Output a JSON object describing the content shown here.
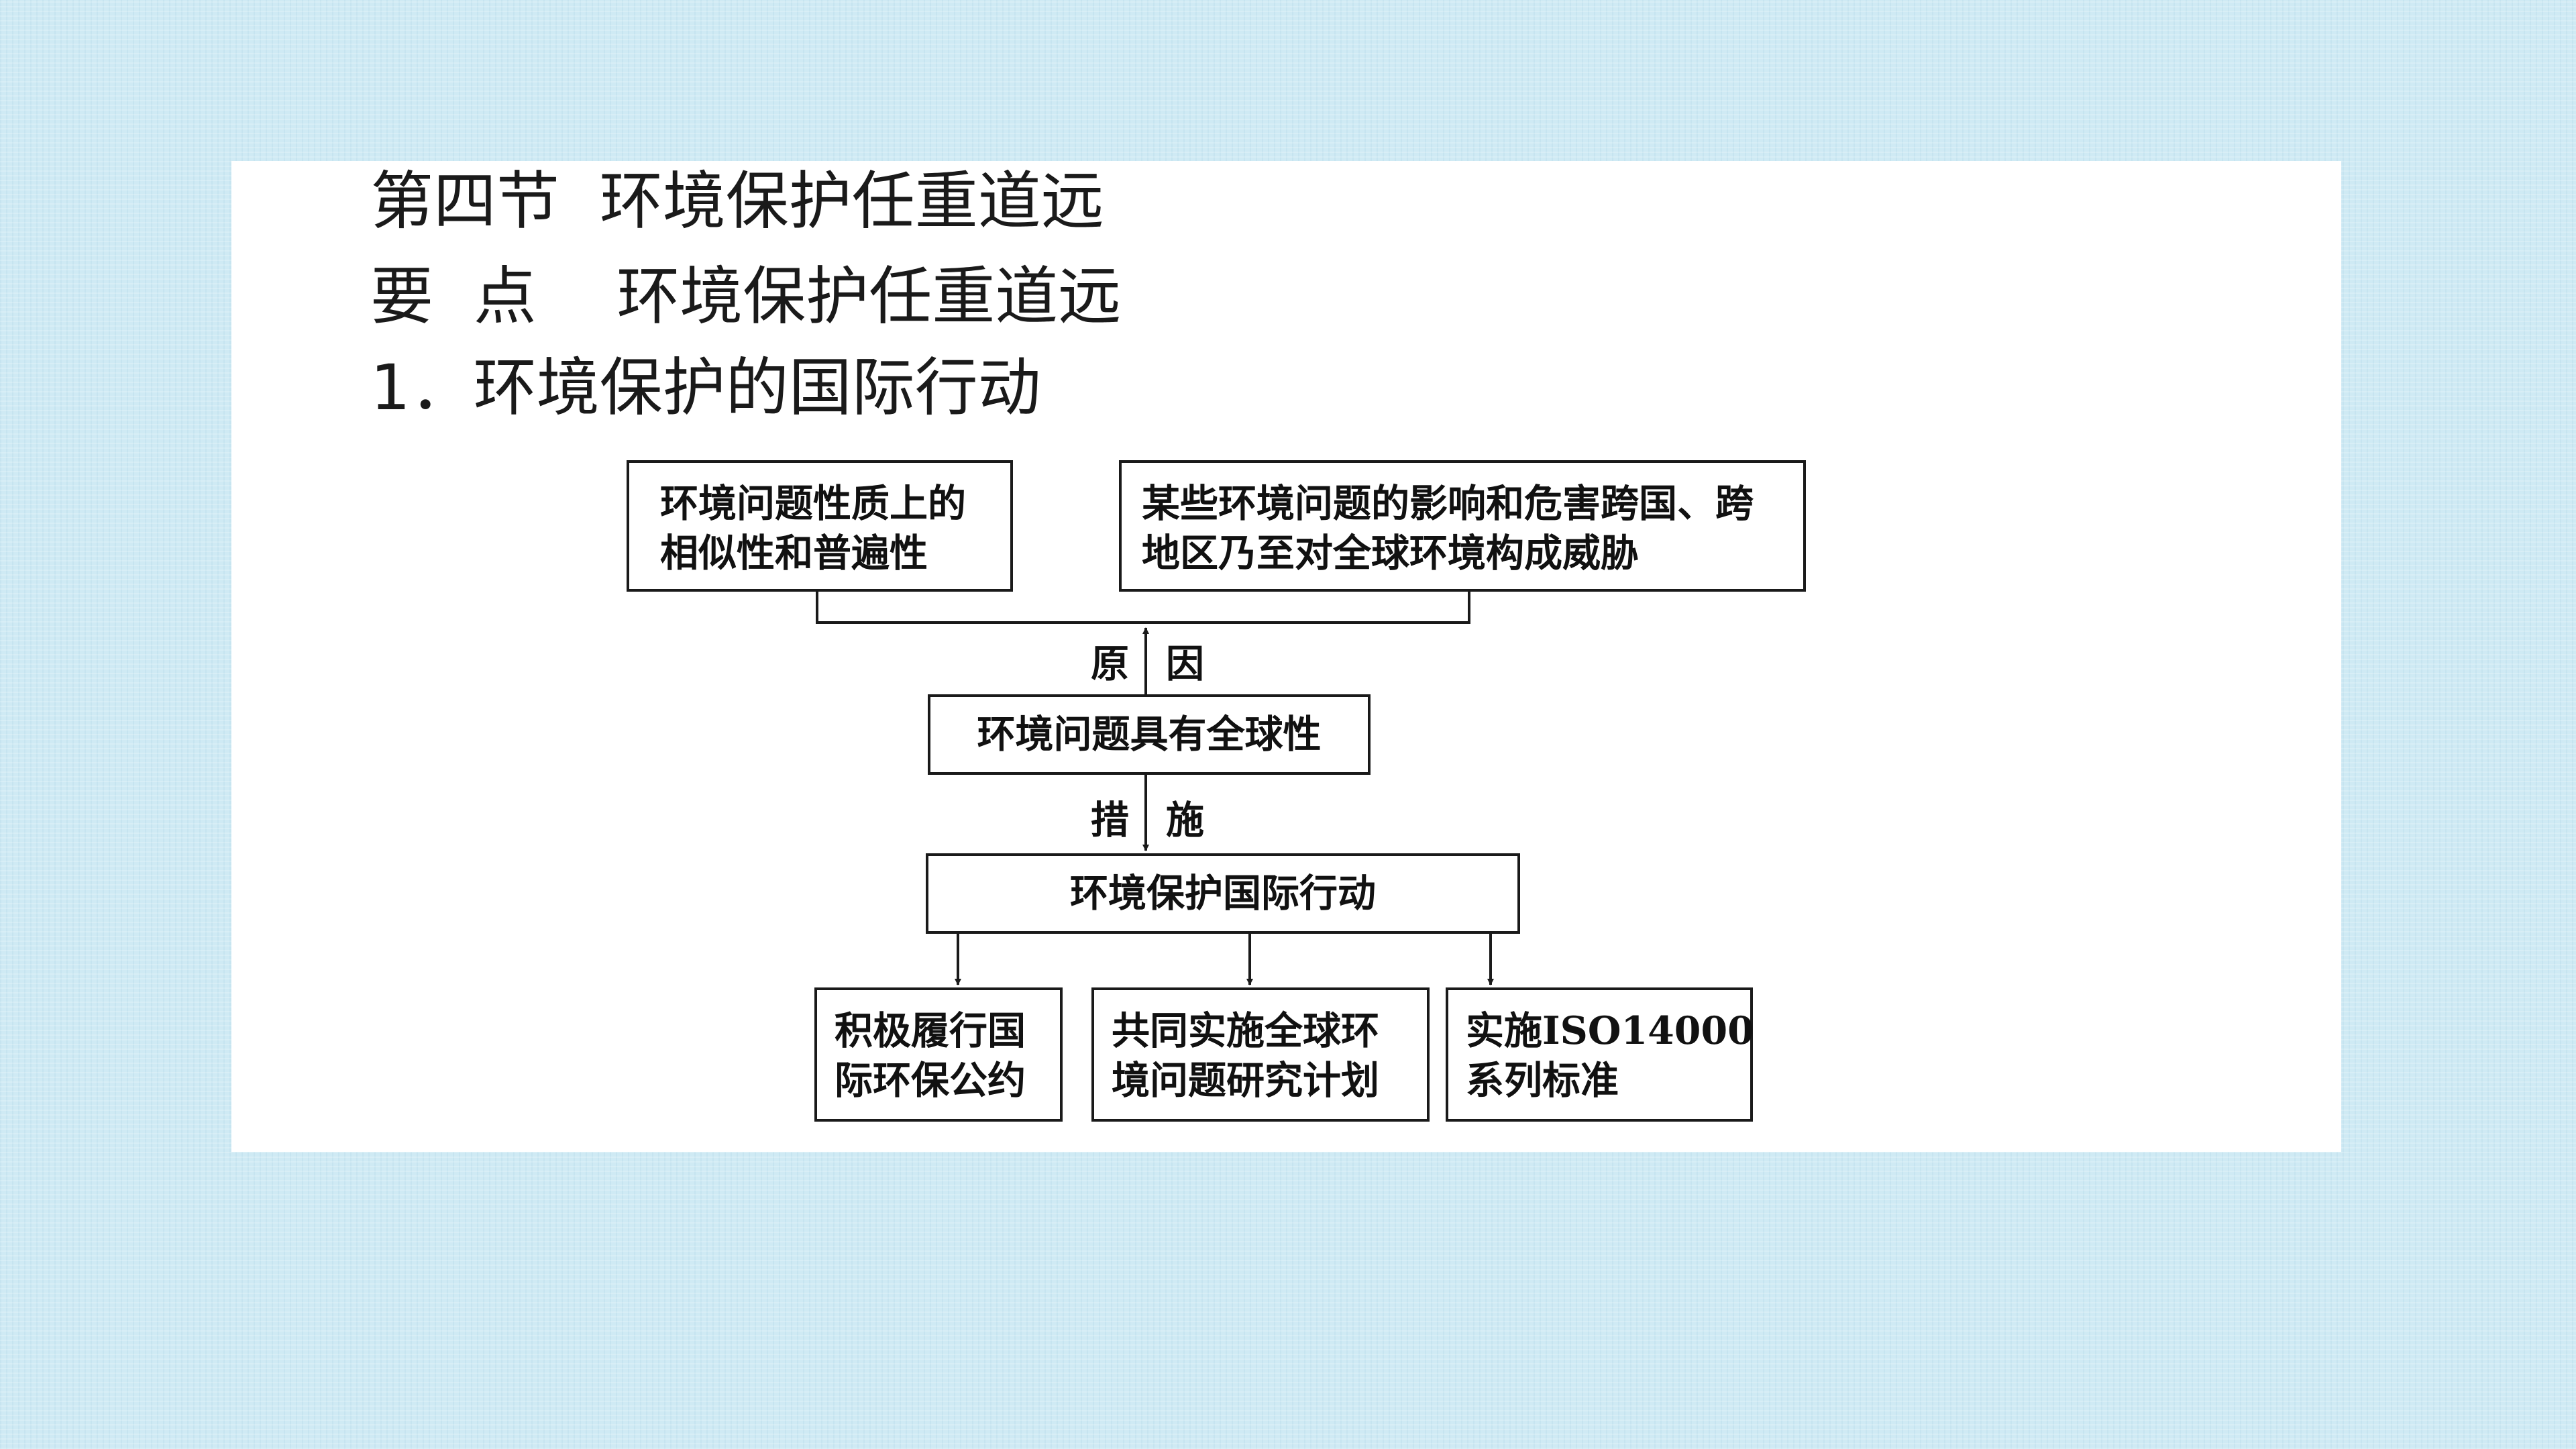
{
  "headings": {
    "section_title": "第四节  环境保护任重道远",
    "key_point": "要  点    环境保护任重道远",
    "item_1": "1．环境保护的国际行动"
  },
  "diagram": {
    "reason_box_1": [
      "环境问题性质上的",
      "相似性和普遍性"
    ],
    "reason_box_2": [
      "某些环境问题的影响和危害跨国、跨",
      "地区乃至对全球环境构成威胁"
    ],
    "reason_label_left": "原",
    "reason_label_right": "因",
    "global_box": "环境问题具有全球性",
    "measure_label_left": "措",
    "measure_label_right": "施",
    "action_box": "环境保护国际行动",
    "outcome_box_1": [
      "积极履行国",
      "际环保公约"
    ],
    "outcome_box_2": [
      "共同实施全球环",
      "境问题研究计划"
    ],
    "outcome_box_3": [
      "实施ISO14000",
      "系列标准"
    ]
  },
  "colors": {
    "background": "#cfeaf4",
    "panel": "#ffffff",
    "ink": "#1a1a1a"
  }
}
